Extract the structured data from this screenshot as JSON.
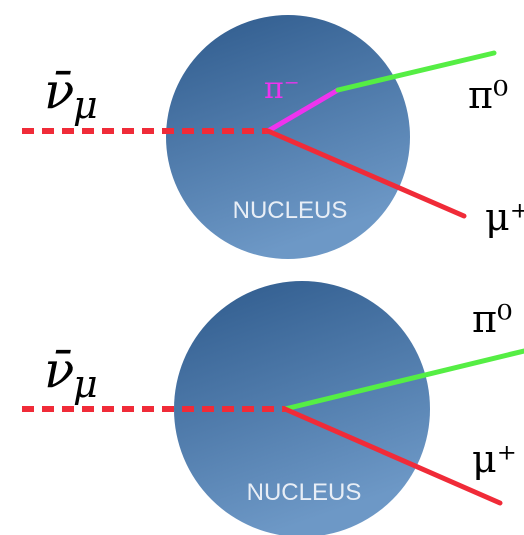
{
  "colors": {
    "nucleus_top": "#2e5a8c",
    "nucleus_bottom": "#6d98c6",
    "neutrino_line": "#f02b38",
    "muon_line": "#f02b38",
    "pi_zero_line": "#55ee44",
    "pi_minus_line": "#ee33ee",
    "pi_minus_label": "#ee33ee",
    "nucleus_text": "#e8eef6",
    "particle_text": "#000000"
  },
  "top_diagram": {
    "incoming_neutrino": "ν̄",
    "incoming_neutrino_subscript": "μ",
    "nucleus_label": "NUCLEUS",
    "pi_minus": "π⁻",
    "pi_zero": "π⁰",
    "muon": "μ⁺"
  },
  "bottom_diagram": {
    "incoming_neutrino": "ν̄",
    "incoming_neutrino_subscript": "μ",
    "nucleus_label": "NUCLEUS",
    "pi_zero": "π⁰",
    "muon": "μ⁺"
  }
}
